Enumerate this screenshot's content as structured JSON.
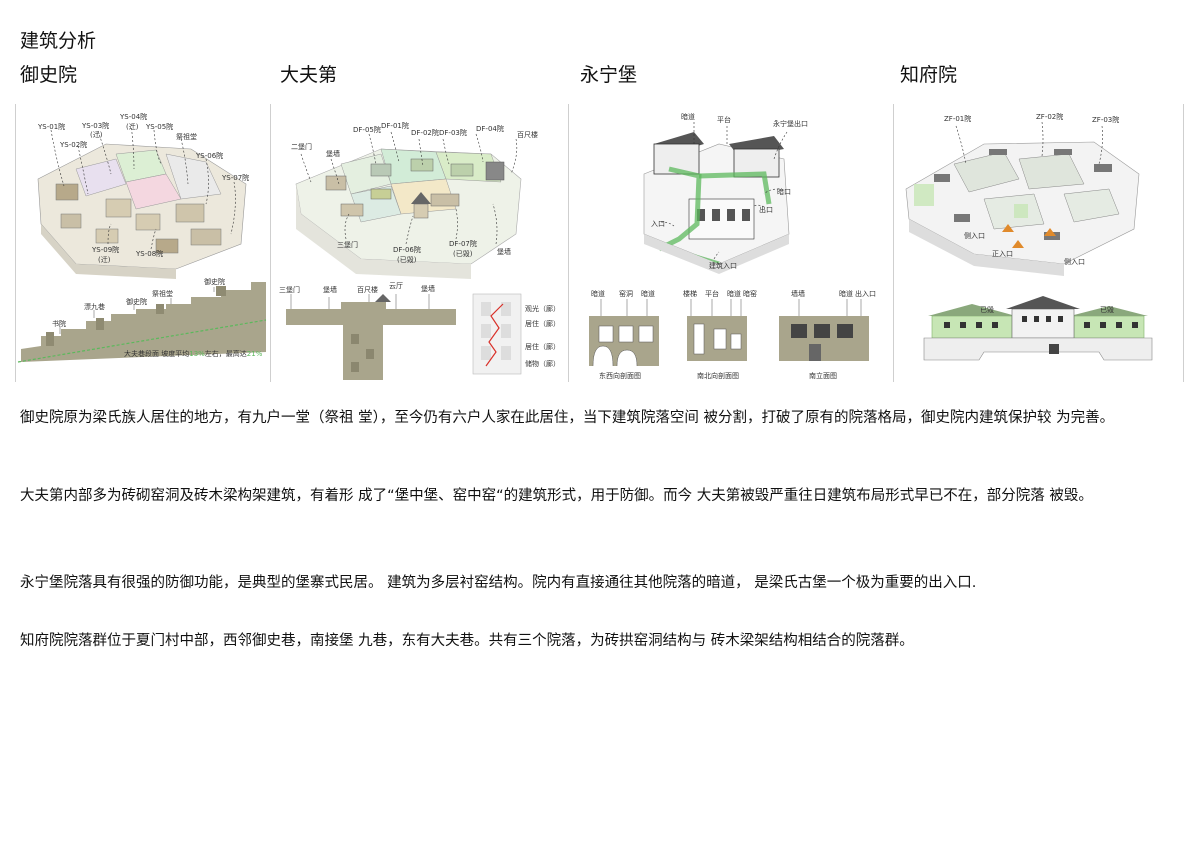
{
  "page": {
    "title": "建筑分析"
  },
  "columns": [
    {
      "title": "御史院"
    },
    {
      "title": "大夫第"
    },
    {
      "title": "永宁堡"
    },
    {
      "title": "知府院"
    }
  ],
  "yushi": {
    "labels": [
      "YS-01院",
      "YS-02院",
      "YS-03院",
      "(迁)",
      "YS-04院",
      "(迁)",
      "YS-05院",
      "祭祖堂",
      "YS-06院",
      "YS-07院",
      "YS-09院",
      "(迁)",
      "YS-08院"
    ],
    "section_labels": [
      "书院",
      "漂九巷",
      "御史院",
      "祭祖堂",
      "御史院"
    ],
    "caption_prefix": "大夫巷段面  坡度平均",
    "caption_v1": "13%",
    "caption_mid": "左右，最高达",
    "caption_v2": "21%"
  },
  "dafu": {
    "labels": [
      "二堡门",
      "堡墙",
      "DF-05院",
      "DF-01院",
      "DF-02院",
      "DF-03院",
      "DF-04院",
      "百尺楼",
      "三堡门",
      "DF-06院",
      "(已毁)",
      "DF-07院",
      "(已毁)",
      "堡墙"
    ],
    "section_labels": [
      "三堡门",
      "堡墙",
      "百尺楼",
      "云厅",
      "堡墙"
    ],
    "legend": [
      "观光（廊）",
      "居住（廊）",
      "居住（廊）",
      "储物（廊）"
    ]
  },
  "yongning": {
    "labels": [
      "暗道",
      "平台",
      "永宁堡出口",
      "暗口",
      "出口",
      "入口",
      "建筑入口"
    ],
    "sec1_labels": [
      "暗道",
      "窑洞",
      "暗道"
    ],
    "sec1_caption": "东西向剖面图",
    "sec2_labels": [
      "楼梯",
      "平台",
      "暗道",
      "暗窑"
    ],
    "sec2_caption": "南北向剖面图",
    "sec3_labels": [
      "墙墙",
      "暗道",
      "出入口"
    ],
    "sec3_caption": "南立面图"
  },
  "zhifu": {
    "labels": [
      "ZF-01院",
      "ZF-02院",
      "ZF-03院",
      "侧入口",
      "正入口",
      "侧入口"
    ],
    "elev_labels": [
      "已毁",
      "已毁"
    ]
  },
  "paragraphs": [
    "  御史院原为梁氏族人居住的地方，有九户一堂（祭祖 堂），至今仍有六户人家在此居住，当下建筑院落空间  被分割，打破了原有的院落格局，御史院内建筑保护较  为完善。",
    "大夫第内部多为砖砌窑洞及砖木梁构架建筑，有着形  成了“堡中堡、窑中窑“的建筑形式，用于防御。而今  大夫第被毁严重往日建筑布局形式早已不在，部分院落  被毁。",
    "永宁堡院落具有很强的防御功能，是典型的堡寨式民居。  建筑为多层衬窑结构。院内有直接通往其他院落的暗道，   是梁氏古堡一个极为重要的出入口.",
    "知府院院落群位于夏门村中部，西邻御史巷，南接堡  九巷，东有大夫巷。共有三个院落，为砖拱窑洞结构与  砖木梁架结构相结合的院落群。"
  ],
  "colors": {
    "green": "#5cb85c",
    "pink": "#f2c9d6",
    "khaki": "#a9a58c",
    "light_green": "#c7e6b5"
  }
}
